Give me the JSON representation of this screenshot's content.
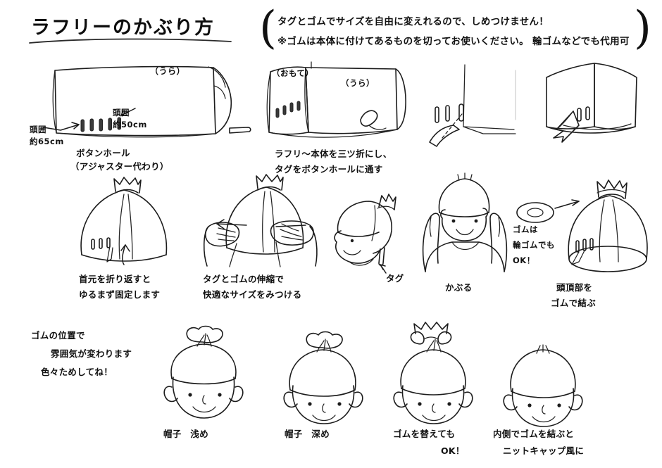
{
  "document": {
    "title": "ラフリーのかぶり方",
    "language": "ja",
    "medium": "hand-drawn instruction sheet"
  },
  "header_note": {
    "line1": "タグとゴムでサイズを自由に変えれるので、しめつけません！",
    "line2": "※ゴムは本体に付けてあるものを切ってお使いください。 輪ゴムなどでも代用可",
    "bracket_left": "(",
    "bracket_right": ")"
  },
  "row_top": {
    "panel1": {
      "label_back": "（うら）",
      "label_head_big": "頭囲\n約65cm",
      "label_head_small": "頭囲\n約50cm",
      "caption_line1": "ボタンホール",
      "caption_line2": "（アジャスター代わり）"
    },
    "panel2": {
      "label_front": "（おもて）",
      "label_back": "（うら）",
      "caption_line1": "ラフリ〜本体を三ツ折にし、",
      "caption_line2": "タグをボタンホールに通す"
    },
    "panel3": {
      "caption": ""
    },
    "panel4": {
      "caption": ""
    }
  },
  "row_middle": {
    "panel1": {
      "caption_line1": "首元を折り返すと",
      "caption_line2": "ゆるまず固定します"
    },
    "panel2": {
      "caption_line1": "タグとゴムの伸縮で",
      "caption_line2": "快適なサイズをみつける"
    },
    "panel3": {
      "label_tag": "タグ"
    },
    "panel4": {
      "caption": "かぶる"
    },
    "panel5": {
      "note_line1": "ゴムは",
      "note_line2": "輪ゴムでも",
      "note_line3": "OK！",
      "caption_line1": "頭頂部を",
      "caption_line2": "ゴムで結ぶ"
    }
  },
  "row_bottom": {
    "note": {
      "line1": "ゴムの位置で",
      "line2": "雰囲気が変わります",
      "line3": "色々ためしてね！"
    },
    "variants": [
      {
        "caption_line1": "帽子　浅め",
        "caption_line2": ""
      },
      {
        "caption_line1": "帽子　深め",
        "caption_line2": ""
      },
      {
        "caption_line1": "ゴムを替えても",
        "caption_line2": "OK！"
      },
      {
        "caption_line1": "内側でゴムを結ぶと",
        "caption_line2": "ニットキャップ風に"
      }
    ]
  },
  "colors": {
    "paper": "#ffffff",
    "ink": "#1c1c1c",
    "text": "#111111"
  }
}
